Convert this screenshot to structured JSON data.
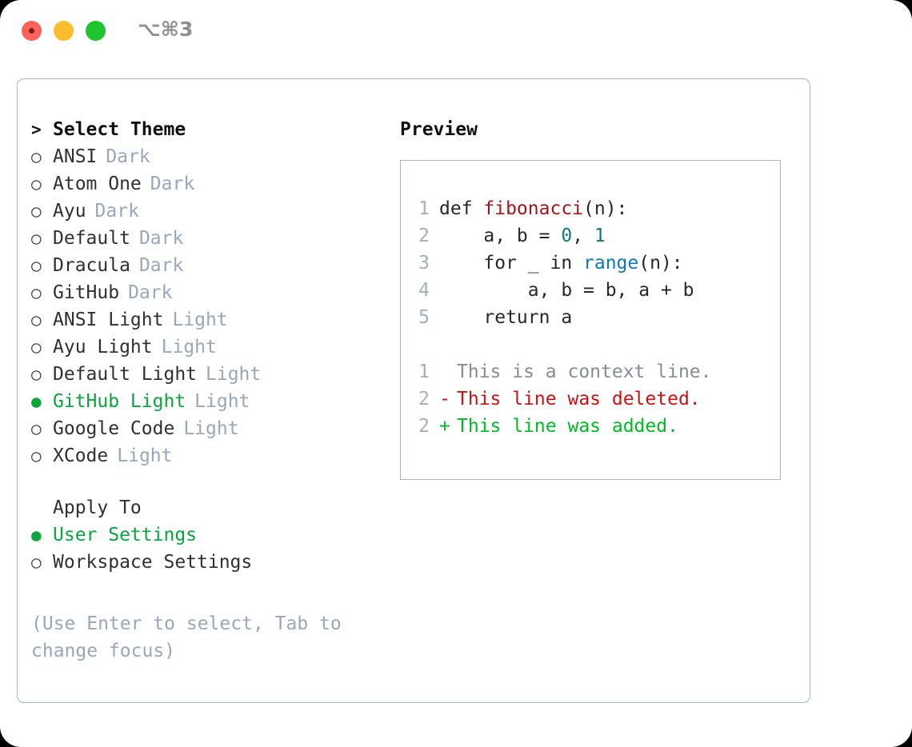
{
  "window": {
    "shortcut": "⌥⌘3",
    "traffic_lights": [
      {
        "name": "close",
        "color": "#fd6157"
      },
      {
        "name": "minimize",
        "color": "#fbbd2e"
      },
      {
        "name": "maximize",
        "color": "#1fc52f"
      }
    ]
  },
  "theme_panel": {
    "header": {
      "marker": ">",
      "label": "Select Theme"
    },
    "items": [
      {
        "marker": "○",
        "label": "ANSI",
        "tag": "Dark",
        "selected": false
      },
      {
        "marker": "○",
        "label": "Atom One",
        "tag": "Dark",
        "selected": false
      },
      {
        "marker": "○",
        "label": "Ayu",
        "tag": "Dark",
        "selected": false
      },
      {
        "marker": "○",
        "label": "Default",
        "tag": "Dark",
        "selected": false
      },
      {
        "marker": "○",
        "label": "Dracula",
        "tag": "Dark",
        "selected": false
      },
      {
        "marker": "○",
        "label": "GitHub",
        "tag": "Dark",
        "selected": false
      },
      {
        "marker": "○",
        "label": "ANSI Light",
        "tag": "Light",
        "selected": false
      },
      {
        "marker": "○",
        "label": "Ayu Light",
        "tag": "Light",
        "selected": false
      },
      {
        "marker": "○",
        "label": "Default Light",
        "tag": "Light",
        "selected": false
      },
      {
        "marker": "●",
        "label": "GitHub Light",
        "tag": "Light",
        "selected": true
      },
      {
        "marker": "○",
        "label": "Google Code",
        "tag": "Light",
        "selected": false
      },
      {
        "marker": "○",
        "label": "XCode",
        "tag": "Light",
        "selected": false
      }
    ],
    "apply_to": {
      "header": "Apply To",
      "options": [
        {
          "marker": "●",
          "label": "User Settings",
          "selected": true
        },
        {
          "marker": "○",
          "label": "Workspace Settings",
          "selected": false
        }
      ]
    },
    "hint": "(Use Enter to select, Tab to change focus)"
  },
  "preview": {
    "title": "Preview",
    "code_lines": [
      {
        "num": "1",
        "segments": [
          {
            "text": "def ",
            "kind": "plain"
          },
          {
            "text": "fibonacci",
            "kind": "fn"
          },
          {
            "text": "(n):",
            "kind": "plain"
          }
        ]
      },
      {
        "num": "2",
        "segments": [
          {
            "text": "    a, b = ",
            "kind": "plain"
          },
          {
            "text": "0",
            "kind": "num"
          },
          {
            "text": ", ",
            "kind": "plain"
          },
          {
            "text": "1",
            "kind": "num"
          }
        ]
      },
      {
        "num": "3",
        "segments": [
          {
            "text": "    for _ in ",
            "kind": "plain"
          },
          {
            "text": "range",
            "kind": "kw"
          },
          {
            "text": "(n):",
            "kind": "plain"
          }
        ]
      },
      {
        "num": "4",
        "segments": [
          {
            "text": "        a, b = b, a + b",
            "kind": "plain"
          }
        ]
      },
      {
        "num": "5",
        "segments": [
          {
            "text": "    return a",
            "kind": "plain"
          }
        ]
      }
    ],
    "diff_lines": [
      {
        "num": "1",
        "sign": " ",
        "text": "This is a context line.",
        "kind": "context"
      },
      {
        "num": "2",
        "sign": "-",
        "text": "This line was deleted.",
        "kind": "deleted"
      },
      {
        "num": "2",
        "sign": "+",
        "text": "This line was added.",
        "kind": "added"
      }
    ]
  },
  "colors": {
    "accent_green": "#0aa53c",
    "diff_add": "#00bb22",
    "diff_del": "#cc1111",
    "muted": "#9aa7bb",
    "border": "#aab4c4",
    "fn": "#a3151b",
    "keyword": "#1177bb",
    "number": "#0e7a7a"
  }
}
